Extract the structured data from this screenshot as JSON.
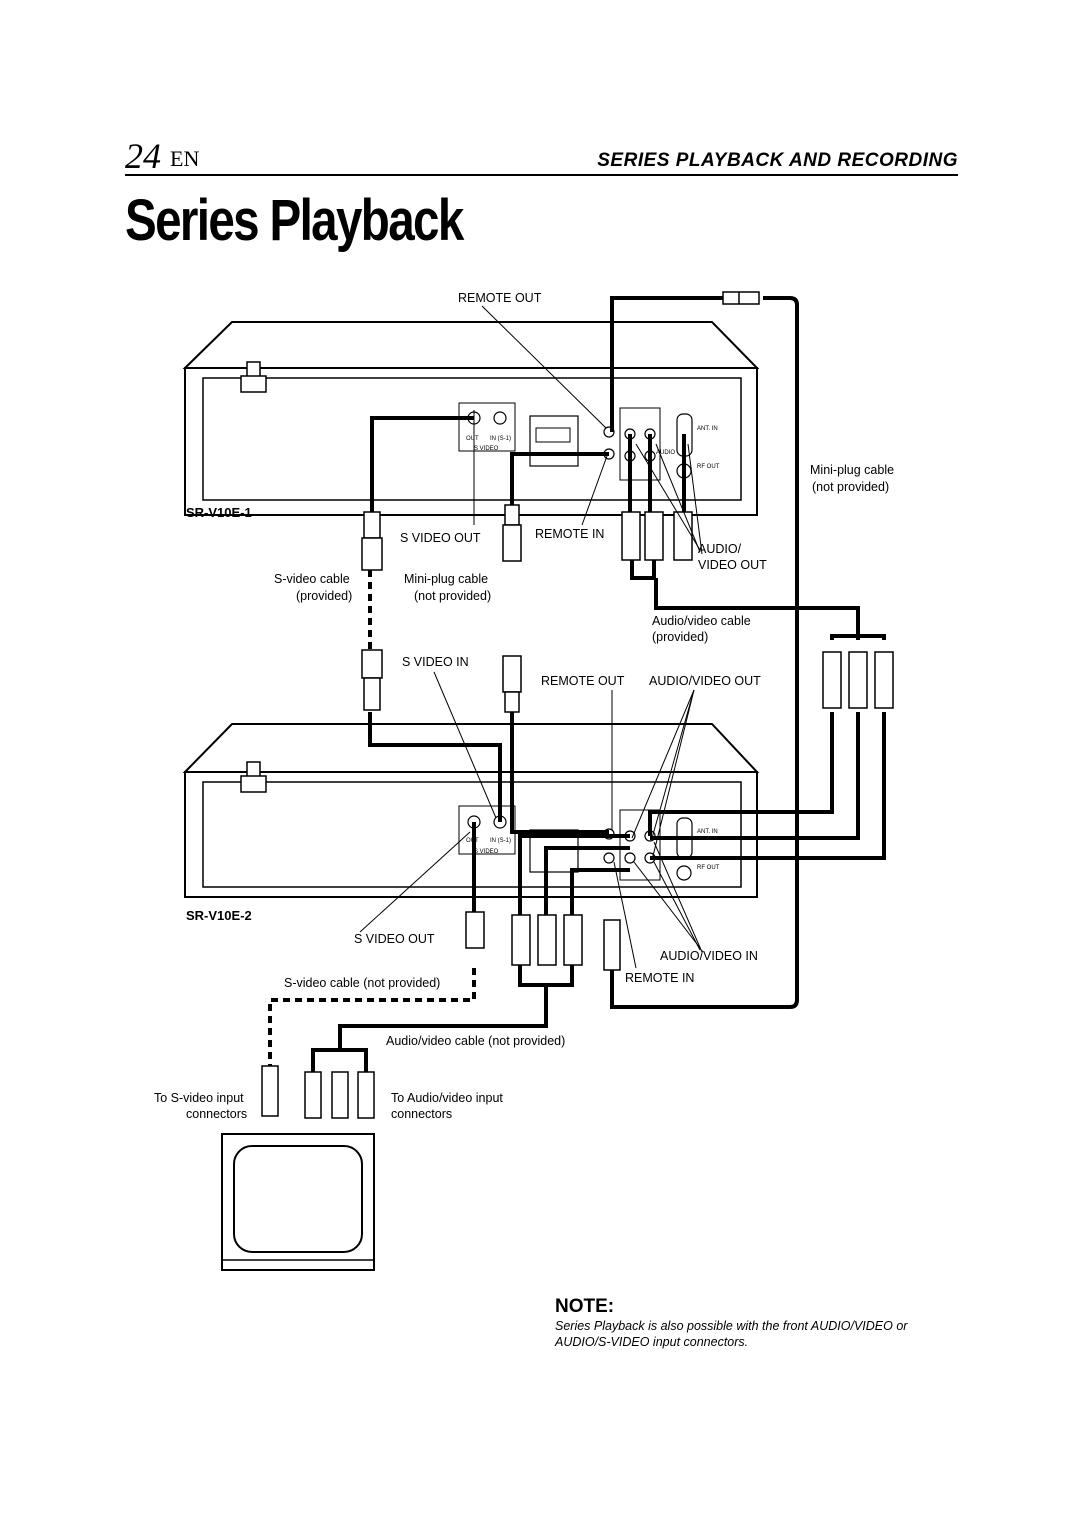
{
  "header": {
    "page_number": "24",
    "language": "EN",
    "section_title": "SERIES PLAYBACK AND RECORDING"
  },
  "title": "Series Playback",
  "diagram": {
    "top_unit": {
      "model": "SR-V10E-1",
      "remote_out": "REMOTE OUT",
      "s_video_out": "S VIDEO OUT",
      "remote_in": "REMOTE IN",
      "audio_video_out_1": "AUDIO/",
      "audio_video_out_2": "VIDEO OUT"
    },
    "bottom_unit": {
      "model": "SR-V10E-2",
      "s_video_in": "S VIDEO IN",
      "remote_out": "REMOTE OUT",
      "audio_video_out": "AUDIO/VIDEO OUT",
      "s_video_out": "S VIDEO OUT",
      "audio_video_in": "AUDIO/VIDEO IN",
      "remote_in": "REMOTE IN"
    },
    "cables": {
      "mini_plug_top_1": "Mini-plug cable",
      "mini_plug_top_2": "(not provided)",
      "svideo_cable_1": "S-video cable",
      "svideo_cable_2": "(provided)",
      "mini_plug_mid_1": "Mini-plug cable",
      "mini_plug_mid_2": "(not provided)",
      "av_cable_1": "Audio/video cable",
      "av_cable_2": "(provided)",
      "svideo_cable_np": "S-video cable (not provided)",
      "av_cable_np": "Audio/video cable (not provided)"
    },
    "tv": {
      "svideo_input_1": "To S-video input",
      "svideo_input_2": "connectors",
      "av_input_1": "To Audio/video input",
      "av_input_2": "connectors"
    },
    "panel_labels": {
      "out": "OUT",
      "in_s1": "IN (S-1)",
      "s_video": "S VIDEO",
      "ant_in": "ANT. IN",
      "rf_out": "RF OUT",
      "audio": "AUDIO"
    }
  },
  "note": {
    "heading": "NOTE:",
    "text": "Series Playback is also possible with the front AUDIO/VIDEO or AUDIO/S-VIDEO input connectors."
  }
}
